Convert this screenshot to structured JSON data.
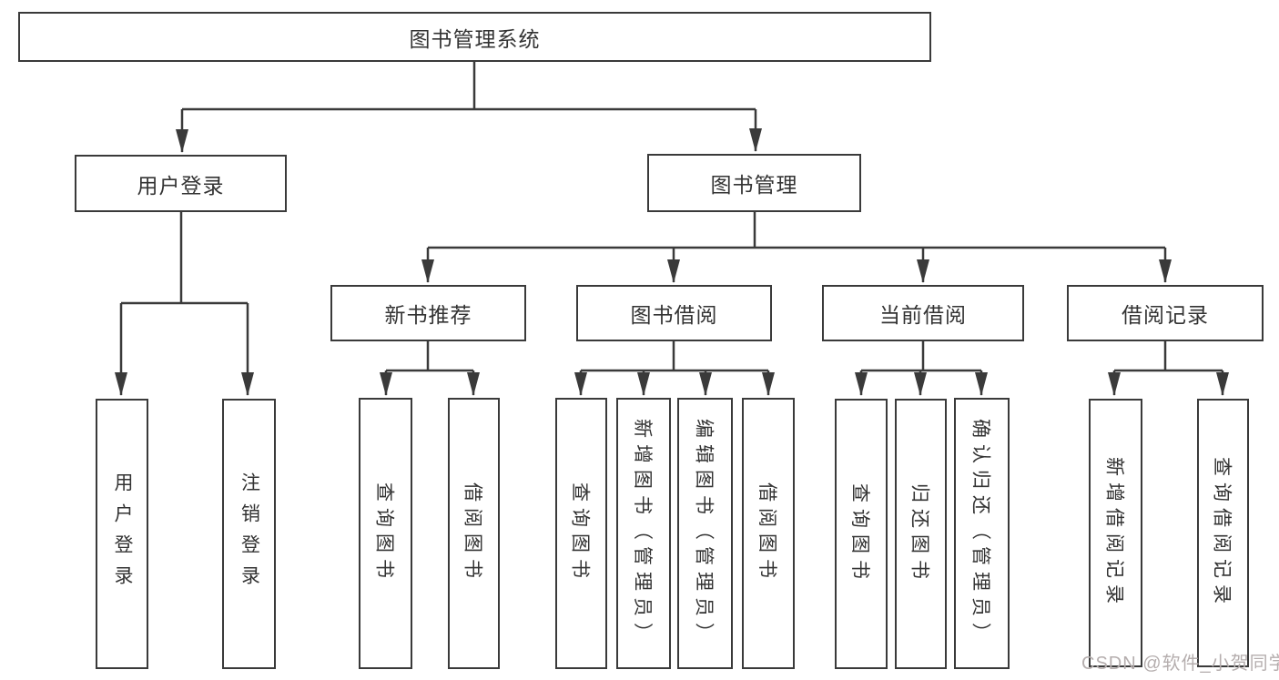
{
  "diagram_title": "图书管理系统",
  "colors": {
    "line": "#3a3a3a",
    "box_border": "#3a3a3a",
    "box_fill": "#ffffff",
    "text": "#333333",
    "watermark_text": "#b5aeae",
    "background": "#ffffff"
  },
  "tree": {
    "label": "图书管理系统",
    "children": [
      {
        "label": "用户登录",
        "children": [
          {
            "label": "用户登录"
          },
          {
            "label": "注销登录"
          }
        ]
      },
      {
        "label": "图书管理",
        "children": [
          {
            "label": "新书推荐",
            "children": [
              {
                "label": "查询图书"
              },
              {
                "label": "借阅图书"
              }
            ]
          },
          {
            "label": "图书借阅",
            "children": [
              {
                "label": "查询图书"
              },
              {
                "label": "新增图书（管理员）"
              },
              {
                "label": "编辑图书（管理员）"
              },
              {
                "label": "借阅图书"
              }
            ]
          },
          {
            "label": "当前借阅",
            "children": [
              {
                "label": "查询图书"
              },
              {
                "label": "归还图书"
              },
              {
                "label": "确认归还（管理员）"
              }
            ]
          },
          {
            "label": "借阅记录",
            "children": [
              {
                "label": "新增借阅记录"
              },
              {
                "label": "查询借阅记录"
              }
            ]
          }
        ]
      }
    ]
  },
  "watermark": {
    "text": "CSDN @软件_小贺同学"
  }
}
